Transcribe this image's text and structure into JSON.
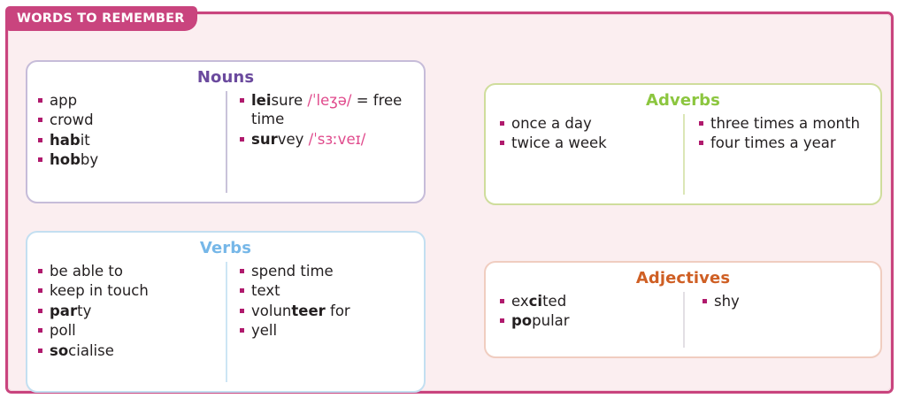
{
  "panel": {
    "title": "WORDS TO REMEMBER",
    "accent_color": "#c9447e",
    "background_color": "#fbeef0"
  },
  "cards": {
    "nouns": {
      "title": "Nouns",
      "title_color": "#6b4a9e",
      "border_color": "#c6bcd9",
      "left_column": [
        {
          "html": "app"
        },
        {
          "html": "crowd"
        },
        {
          "html": "<b>hab</b>it"
        },
        {
          "html": "<b>hob</b>by"
        }
      ],
      "right_column": [
        {
          "html": "<b>lei</b>sure <span class=\"ipa\">/ˈleʒə/</span> = free time"
        },
        {
          "html": "<b>sur</b>vey <span class=\"ipa\">/ˈsɜːveɪ/</span>"
        }
      ]
    },
    "verbs": {
      "title": "Verbs",
      "title_color": "#76b7e8",
      "border_color": "#c3dff1",
      "left_column": [
        {
          "html": "be able to"
        },
        {
          "html": "keep in touch"
        },
        {
          "html": "<b>par</b>ty"
        },
        {
          "html": "poll"
        },
        {
          "html": "<b>so</b>cialise"
        }
      ],
      "right_column": [
        {
          "html": "spend time"
        },
        {
          "html": "text"
        },
        {
          "html": "volun<b>teer</b> for"
        },
        {
          "html": "yell"
        }
      ]
    },
    "adverbs": {
      "title": "Adverbs",
      "title_color": "#8cc63f",
      "border_color": "#cfdd9c",
      "left_column": [
        {
          "html": "once a day"
        },
        {
          "html": "twice a week"
        }
      ],
      "right_column": [
        {
          "html": "three times a month"
        },
        {
          "html": "four times a year"
        }
      ]
    },
    "adjectives": {
      "title": "Adjectives",
      "title_color": "#cf5f24",
      "border_color": "#f0cdc0",
      "left_column": [
        {
          "html": "ex<b>ci</b>ted"
        },
        {
          "html": "<b>po</b>pular"
        }
      ],
      "right_column": [
        {
          "html": "shy"
        }
      ]
    }
  }
}
